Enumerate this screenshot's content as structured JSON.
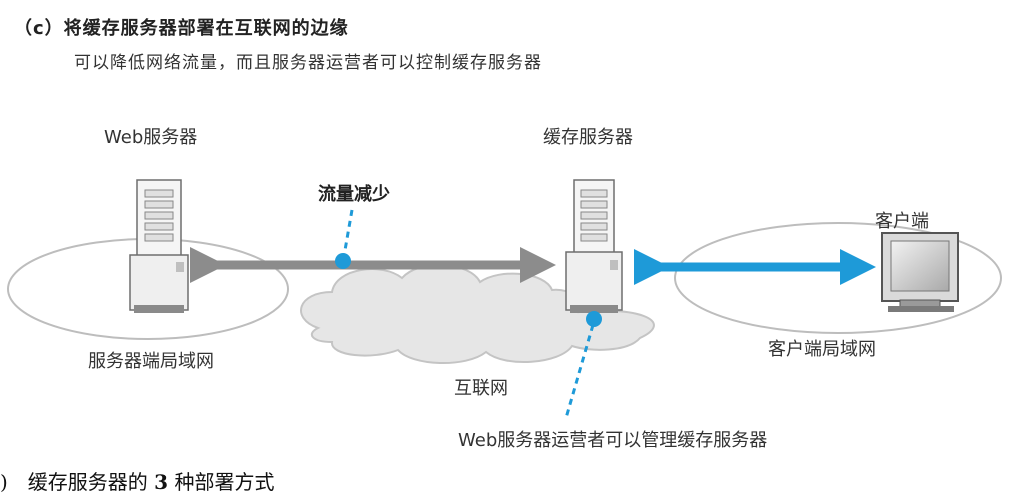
{
  "header": {
    "title": "（c）将缓存服务器部署在互联网的边缘",
    "subtitle": "可以降低网络流量，而且服务器运营者可以控制缓存服务器"
  },
  "labels": {
    "web_server": "Web服务器",
    "cache_server": "缓存服务器",
    "client": "客户端",
    "traffic_reduced": "流量减少",
    "server_lan": "服务器端局域网",
    "client_lan": "客户端局域网",
    "internet": "互联网",
    "operator_note": "Web服务器运营者可以管理缓存服务器"
  },
  "caption": {
    "prefix": ")　缓存服务器的 ",
    "number": "3",
    "suffix": " 种部署方式"
  },
  "colors": {
    "gray_arrow": "#8c8c8c",
    "blue_arrow": "#1e9ad8",
    "cloud_fill": "#e6e6e6",
    "ellipse_stroke": "#bdbdbd"
  }
}
